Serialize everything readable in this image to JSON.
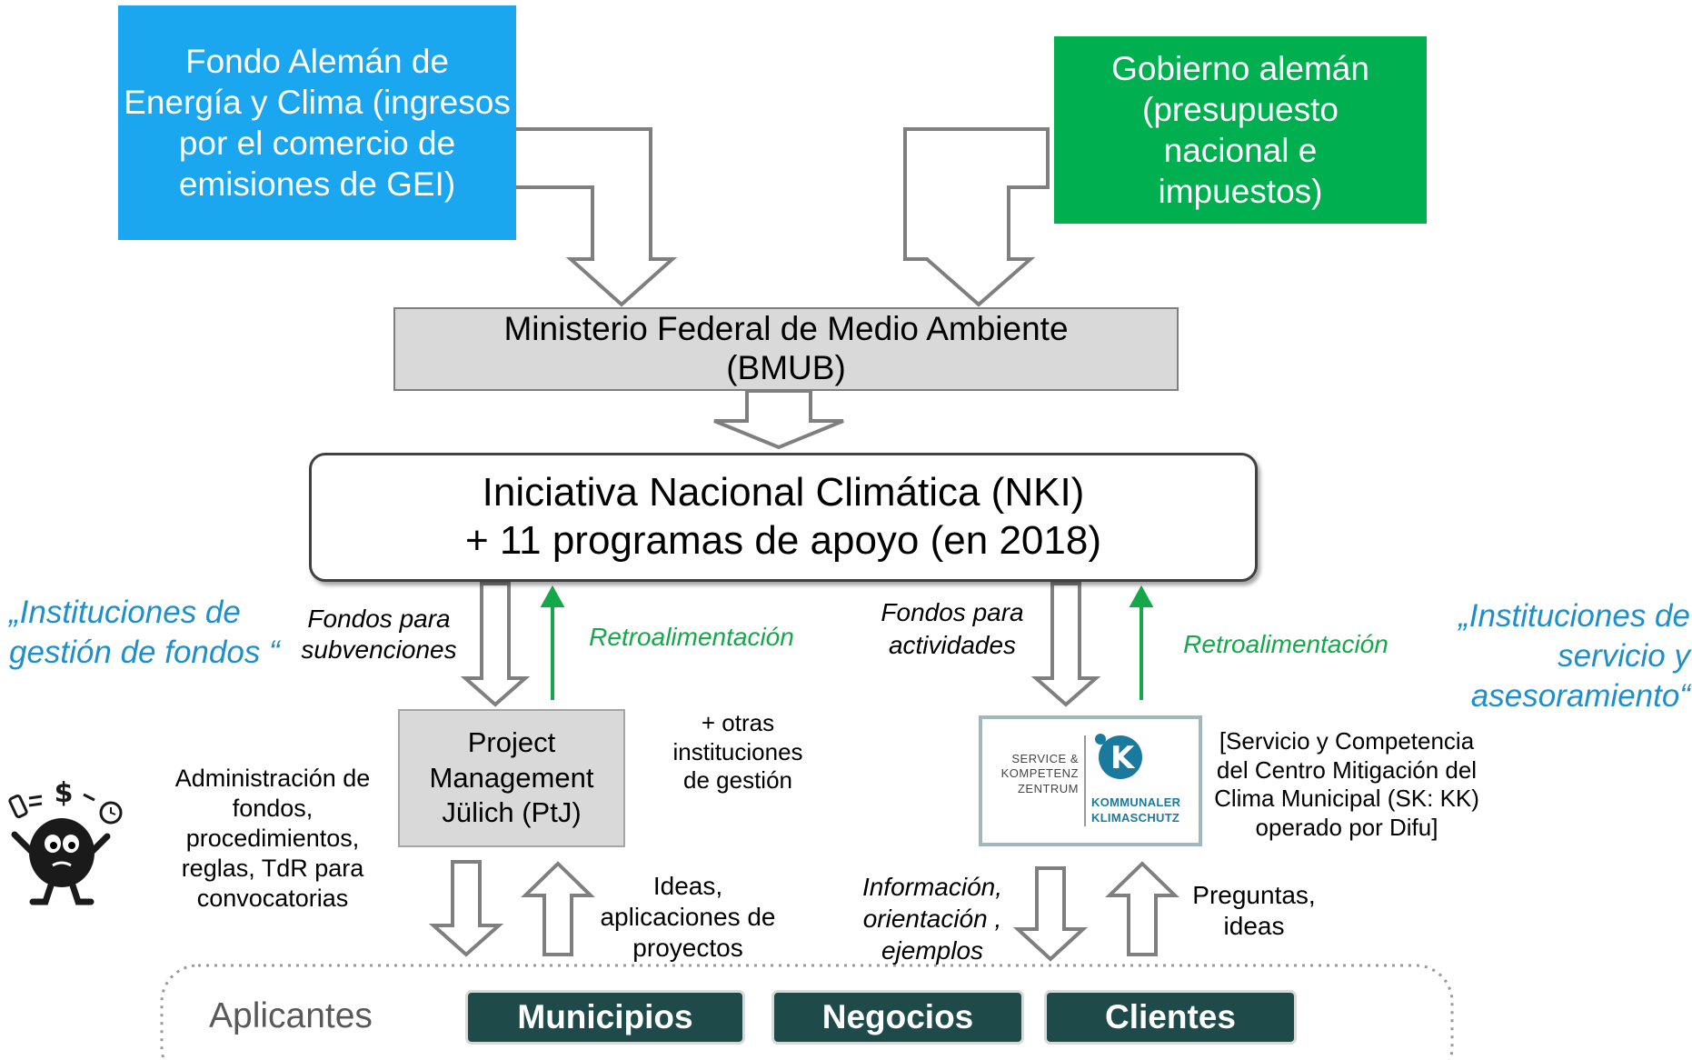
{
  "sources": {
    "fondo": "Fondo Alemán de Energía y Clima (ingresos por el comercio de emisiones de GEI)",
    "fondo_color": "#1AA7F0",
    "gobierno": "Gobierno alemán (presupuesto nacional e impuestos)",
    "gobierno_color": "#00B050"
  },
  "ministry": {
    "line1": "Ministerio Federal de Medio Ambiente",
    "line2": "(BMUB)"
  },
  "initiative": {
    "line1": "Iniciativa Nacional Climática (NKI)",
    "line2": "+ 11 programas de apoyo (en 2018)"
  },
  "left_side": {
    "heading": "„Instituciones de gestión de fondos “",
    "funds_label": "Fondos para subvenciones",
    "feedback_label": "Retroalimentación",
    "ptj": "Project Management Jülich (PtJ)",
    "other_inst": "+ otras instituciones de gestión",
    "admin": "Administración de fondos, procedimientos, reglas, TdR para convocatorias",
    "ideas": "Ideas, aplicaciones de proyectos",
    "icon": "juggling-money-cartoon-icon"
  },
  "right_side": {
    "heading": "„Instituciones de servicio y asesoramiento“",
    "funds_label": "Fondos para actividades",
    "feedback_label": "Retroalimentación",
    "logo_left": "SERVICE & KOMPETENZ ZENTRUM",
    "logo_right": "KOMMUNALER KLIMASCHUTZ",
    "logo_color": "#1A7A9E",
    "skkk": "[Servicio y Competencia del Centro Mitigación del Clima Municipal (SK: KK) operado por Difu]",
    "info": "Información, orientación , ejemplos",
    "questions": "Preguntas, ideas"
  },
  "applicants": {
    "label": "Aplicantes",
    "groups": [
      "Municipios",
      "Negocios",
      "Clientes"
    ],
    "group_color": "#1F4A4A"
  },
  "colors": {
    "heading_blue": "#1F8FCB",
    "feedback_green": "#14A84A",
    "arrow_gray": "#7f7f7f"
  }
}
